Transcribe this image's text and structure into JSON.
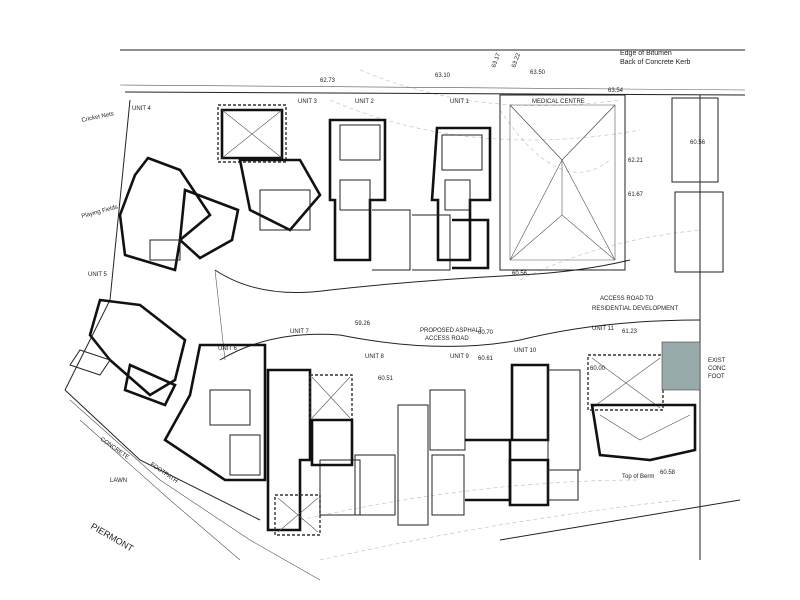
{
  "annotations": {
    "edge_of_bitumen": "Edge of Bitumen",
    "back_of_kerb": "Back of Concrete Kerb",
    "cricket_nets": "Cricket Nets",
    "playing_fields": "Playing Fields",
    "medical_centre": "MEDICAL CENTRE",
    "access_road_line1": "ACCESS ROAD TO",
    "access_road_line2": "RESIDENTIAL DEVELOPMENT",
    "proposed_asphalt_line1": "PROPOSED ASPHALT",
    "proposed_asphalt_line2": "ACCESS ROAD",
    "concrete": "CONCRETE",
    "footpath": "FOOTPATH",
    "lawn": "LAWN",
    "street": "PIERMONT",
    "top_of_berm": "Top of Berm",
    "existing_line1": "EXIST",
    "existing_line2": "CONC",
    "existing_line3": "FOOT"
  },
  "units": {
    "unit1": "UNIT 1",
    "unit2": "UNIT 2",
    "unit3": "UNIT 3",
    "unit4": "UNIT 4",
    "unit5": "UNIT 5",
    "unit6": "UNIT 6",
    "unit7": "UNIT 7",
    "unit8": "UNIT 8",
    "unit9": "UNIT 9",
    "unit10": "UNIT 10",
    "unit11": "UNIT 11"
  },
  "levels": {
    "l1": "62.73",
    "l2": "63.10",
    "l3": "63.50",
    "l4": "63.54",
    "l5": "63.17",
    "l6": "63.22",
    "l7": "62.21",
    "l8": "61.67",
    "l9": "60.56",
    "l10": "60.56",
    "l11": "60.70",
    "l12": "60.51",
    "l13": "60.61",
    "l14": "60.00",
    "l15": "61.23",
    "l16": "60.58",
    "l17": "59.26"
  }
}
